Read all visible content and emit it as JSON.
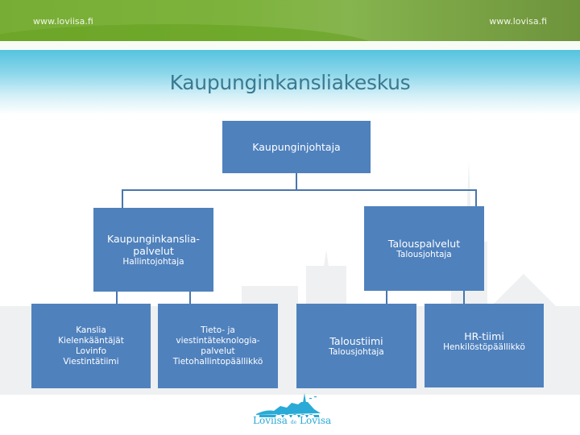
{
  "header": {
    "url_left": "www.loviisa.fi",
    "url_right": "www.lovisa.fi"
  },
  "title": "Kaupunginkansliakeskus",
  "colors": {
    "box_fill": "#4f81bd",
    "connector": "#4876ae",
    "title_text": "#3a7a91",
    "top_bar_green": "#7db33c",
    "band_blue": "#55c3df"
  },
  "org_chart": {
    "root": {
      "name": "Kaupunginjohtaja"
    },
    "level2": [
      {
        "name_line1": "Kaupunginkanslia-",
        "name_line2": "palvelut",
        "role": "Hallintojohtaja",
        "children": [
          {
            "lines": [
              "Kanslia",
              "Kielenkääntäjät",
              "Lovinfo",
              "Viestintätiimi"
            ]
          },
          {
            "lines": [
              "Tieto- ja",
              "viestintäteknologia-",
              "palvelut",
              "Tietohallintopäällikkö"
            ]
          }
        ]
      },
      {
        "name": "Talouspalvelut",
        "role": "Talousjohtaja",
        "children": [
          {
            "name": "Taloustiimi",
            "role": "Talousjohtaja"
          },
          {
            "name": "HR-tiimi",
            "role": "Henkilöstöpäällikkö"
          }
        ]
      }
    ]
  },
  "logo": {
    "text_left": "Loviisa",
    "text_mid": "Lovisa",
    "text_separator": "de"
  }
}
